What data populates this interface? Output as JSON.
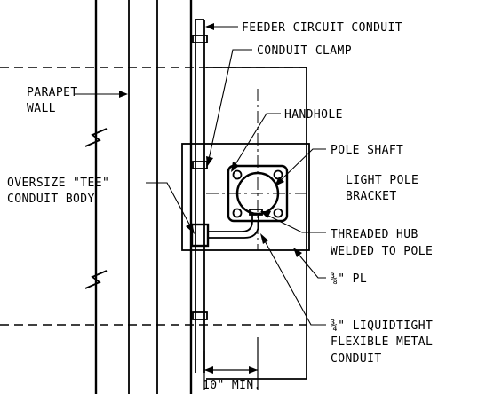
{
  "labels": {
    "feeder_conduit": "FEEDER CIRCUIT CONDUIT",
    "conduit_clamp": "CONDUIT CLAMP",
    "parapet_wall_1": "PARAPET",
    "parapet_wall_2": "WALL",
    "handhole": "HANDHOLE",
    "pole_shaft": "POLE SHAFT",
    "bracket_1": "LIGHT POLE",
    "bracket_2": "BRACKET",
    "tee_body_1": "OVERSIZE \"TEE\"",
    "tee_body_2": "CONDUIT BODY",
    "threaded_hub_1": "THREADED HUB",
    "threaded_hub_2": "WELDED TO POLE",
    "plate": "⅜\" PL",
    "liquidtight_1": "¾\" LIQUIDTIGHT",
    "liquidtight_2": "FLEXIBLE METAL",
    "liquidtight_3": "CONDUIT",
    "min_dim": "10\" MIN."
  }
}
